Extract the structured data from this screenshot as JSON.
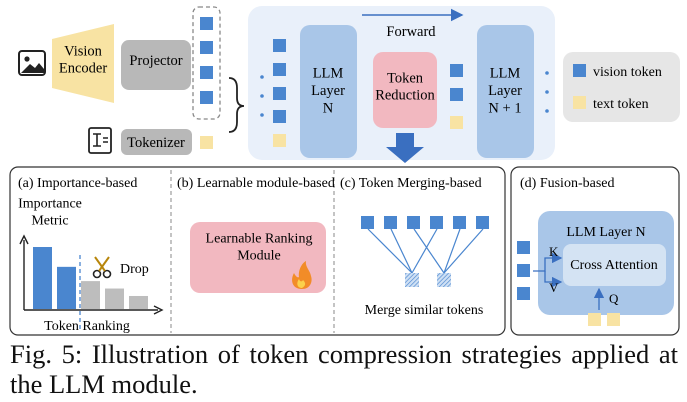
{
  "top": {
    "vision_encoder": "Vision\nEncoder",
    "projector": "Projector",
    "tokenizer": "Tokenizer",
    "forward": "Forward",
    "llm_layer_n": "LLM\nLayer\nN",
    "token_reduction": "Token\nReduction",
    "llm_layer_n1": "LLM\nLayer\nN + 1"
  },
  "legend": {
    "vision_token": "vision token",
    "text_token": "text token"
  },
  "panels": {
    "a": {
      "title": "(a) Importance-based",
      "metric": "Importance\nMetric",
      "drop": "Drop",
      "ranking": "Token Ranking",
      "bars": [
        1.0,
        0.68,
        0.45,
        0.33,
        0.21
      ]
    },
    "b": {
      "title": "(b) Learnable module-based",
      "module": "Learnable Ranking\nModule"
    },
    "c": {
      "title": "(c) Token Merging-based",
      "caption": "Merge similar tokens"
    },
    "d": {
      "title": "(d) Fusion-based",
      "layer": "LLM Layer N",
      "cross": "Cross Attention",
      "k": "K",
      "v": "V",
      "q": "Q"
    }
  },
  "caption": "Fig. 5: Illustration of token compression strategies applied at the LLM module.",
  "colors": {
    "vision_token": "#4a86cf",
    "text_token": "#f8e3a3",
    "llm_layer": "#a9c6e8",
    "panel_bg": "#e9f0fa",
    "gray_box": "#b8b8b8",
    "encoder": "#f8e3a3",
    "reduction": "#f2b8c0",
    "arrow": "#3a6fc0",
    "drop_bar": "#bdbdbd"
  }
}
